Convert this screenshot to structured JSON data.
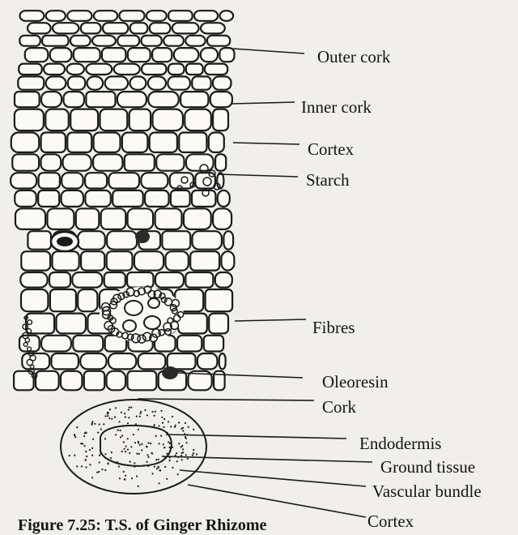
{
  "labels": {
    "outer_cork": "Outer cork",
    "inner_cork": "Inner cork",
    "cortex_upper": "Cortex",
    "starch": "Starch",
    "fibres": "Fibres",
    "oleoresin": "Oleoresin",
    "cork": "Cork",
    "endodermis": "Endodermis",
    "ground_tissue": "Ground tissue",
    "vascular_bundle": "Vascular bundle",
    "cortex_lower": "Cortex"
  },
  "caption": "Figure 7.25: T.S. of Ginger Rhizome",
  "colors": {
    "ink": "#1a1a1a",
    "paper": "#f1efec",
    "cell_fill": "#fbfaf7"
  }
}
